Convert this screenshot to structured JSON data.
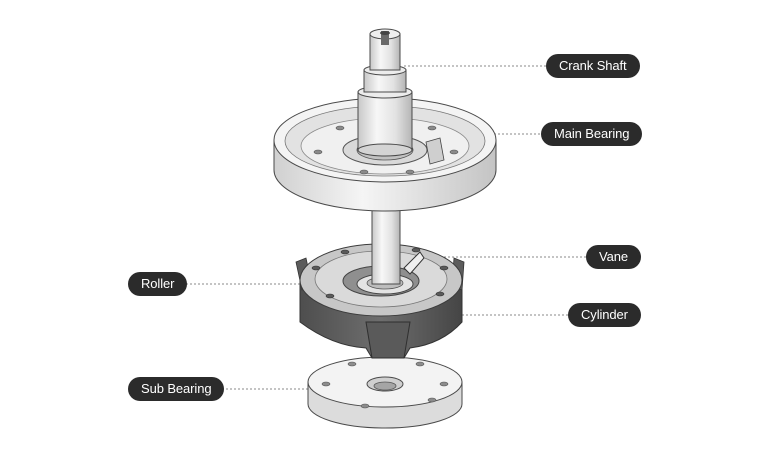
{
  "labels": {
    "crank_shaft": "Crank Shaft",
    "main_bearing": "Main Bearing",
    "vane": "Vane",
    "roller": "Roller",
    "cylinder": "Cylinder",
    "sub_bearing": "Sub Bearing"
  },
  "colors": {
    "label_bg": "#2b2b2b",
    "label_text": "#ffffff",
    "metal_light": "#f2f2f2",
    "metal_mid": "#d6d6d6",
    "metal_dark": "#5f5f5f",
    "outline": "#4a4a4a"
  }
}
